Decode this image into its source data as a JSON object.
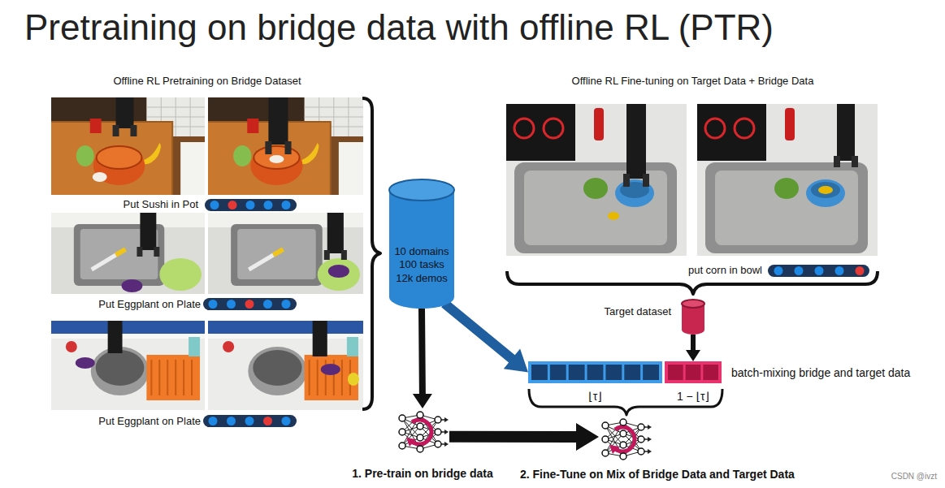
{
  "diagram": {
    "title": "Pretraining on bridge data with offline RL (PTR)",
    "nodes": [
      {
        "text": [
          "Put Sushi in Pot"
        ]
      },
      {
        "text": [
          "Put Eggplant on Plate"
        ]
      },
      {
        "text": [
          "Put Eggplant on Plate"
        ]
      },
      {
        "text": [
          "10 domains 100 tasks 12k demos"
        ]
      },
      {
        "text": [
          "put corn in bowl"
        ]
      },
      {
        "text": [
          "Target dataset"
        ]
      },
      {
        "text": [
          "⌊τ⌋"
        ]
      },
      {
        "text": [
          "1 − ⌊τ⌋"
        ]
      },
      {
        "text": [
          "1. Pre-train on bridge data"
        ]
      },
      {
        "text": [
          "2. Fine-Tune on Mix of Bridge Data and Target Data"
        ]
      }
    ],
    "edges": [
      {
        "from": 3,
        "to": 8,
        "arrow": "to"
      },
      {
        "from": 3,
        "to": 6,
        "arrow": "to"
      },
      {
        "from": 5,
        "to": 7,
        "arrow": "to"
      },
      {
        "from": 8,
        "to": 9,
        "arrow": "to"
      }
    ],
    "labels": [
      "Offline RL Pretraining on Bridge Dataset",
      "Offline RL Fine-tuning on Target Data + Bridge Data",
      "batch-mixing bridge and target data",
      "CSDN @ivzt"
    ]
  }
}
